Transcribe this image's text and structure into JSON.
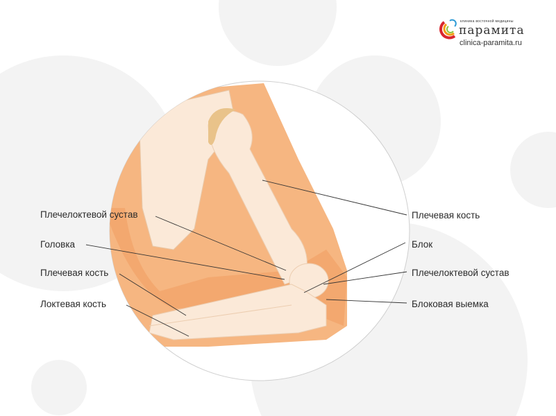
{
  "logo": {
    "tagline": "клиника восточной медицины",
    "name": "парамита",
    "url": "clinica-paramita.ru"
  },
  "labels": {
    "left": [
      "Плечелоктевой сустав",
      "Головка",
      "Плечевая кость",
      "Локтевая кость"
    ],
    "right": [
      "Плечевая кость",
      "Блок",
      "Плечелоктевой сустав",
      "Блоковая выемка"
    ]
  },
  "colors": {
    "skin": "#f6b681",
    "skin_dark": "#f0a063",
    "bone": "#fbe9d8",
    "cartilage": "#e9c38a",
    "bg_circle": "#f3f3f3"
  }
}
